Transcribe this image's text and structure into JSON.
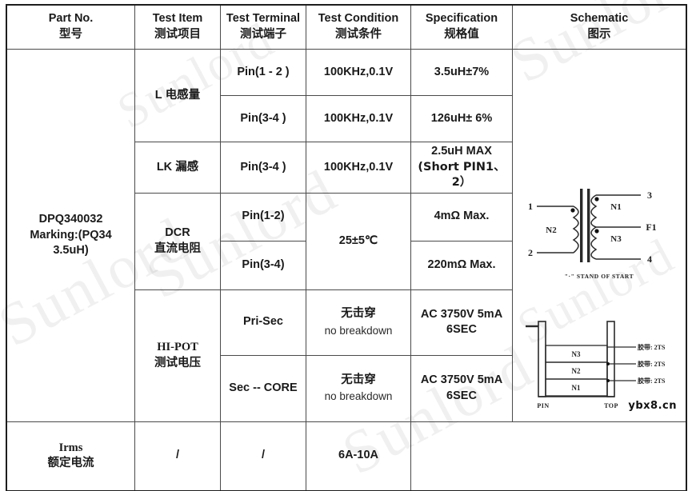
{
  "header": {
    "columns": [
      {
        "en": "Part No.",
        "cn": "型号"
      },
      {
        "en": "Test Item",
        "cn": "测试项目"
      },
      {
        "en": "Test Terminal",
        "cn": "测试端子"
      },
      {
        "en": "Test Condition",
        "cn": "测试条件"
      },
      {
        "en": "Specification",
        "cn": "规格值"
      },
      {
        "en": "Schematic",
        "cn": "图示"
      }
    ]
  },
  "part": {
    "line1": "DPQ340032",
    "line2": "Marking:(PQ34",
    "line3": "3.5uH)"
  },
  "rows": {
    "inductance": {
      "item_en": "L",
      "item_cn": "电感量",
      "sub": [
        {
          "terminal": "Pin(1 - 2 )",
          "condition": "100KHz,0.1V",
          "spec": "3.5uH±7%"
        },
        {
          "terminal": "Pin(3-4 )",
          "condition": "100KHz,0.1V",
          "spec": "126uH± 6%"
        }
      ]
    },
    "leakage": {
      "item_en": "LK",
      "item_cn": "漏感",
      "terminal": "Pin(3-4 )",
      "condition": "100KHz,0.1V",
      "spec_line1": "2.5uH MAX",
      "spec_line2": "(Short PIN1、",
      "spec_line3": "2）"
    },
    "dcr": {
      "item_en": "DCR",
      "item_cn": "直流电阻",
      "condition": "25±5℃",
      "sub": [
        {
          "terminal": "Pin(1-2)",
          "spec": "4mΩ  Max."
        },
        {
          "terminal": "Pin(3-4)",
          "spec": "220mΩ  Max."
        }
      ]
    },
    "hipot": {
      "item_en": "HI-POT",
      "item_cn": "测试电压",
      "sub": [
        {
          "terminal": "Pri-Sec",
          "condition_cn": "无击穿",
          "condition_en": "no breakdown",
          "spec_line1": "AC 3750V 5mA",
          "spec_line2": "6SEC"
        },
        {
          "terminal": "Sec -- CORE",
          "condition_cn": "无击穿",
          "condition_en": "no breakdown",
          "spec_line1": "AC 3750V 5mA",
          "spec_line2": "6SEC"
        }
      ]
    },
    "irms": {
      "item_en": "Irms",
      "item_cn": "额定电流",
      "terminal": "/",
      "condition": "/",
      "spec": "6A-10A"
    }
  },
  "schematic": {
    "transformer": {
      "pin_left_top": "1",
      "pin_left_bottom": "2",
      "pin_right_top": "3",
      "pin_right_mid": "F1",
      "pin_right_bottom": "4",
      "winding_left": "N2",
      "winding_right_top": "N1",
      "winding_right_bottom": "N3",
      "caption": "\"·\" STAND OF START"
    },
    "bobbin": {
      "layers": [
        {
          "name": "N3",
          "tape": "胶带: 2TS"
        },
        {
          "name": "N2",
          "tape": "胶带: 2TS"
        },
        {
          "name": "N1",
          "tape": "胶带: 2TS"
        }
      ],
      "label_left": "PIN",
      "label_right": "TOP"
    }
  },
  "watermark": {
    "diagonal": "Sunlord",
    "corner": "ybx8.cn"
  }
}
